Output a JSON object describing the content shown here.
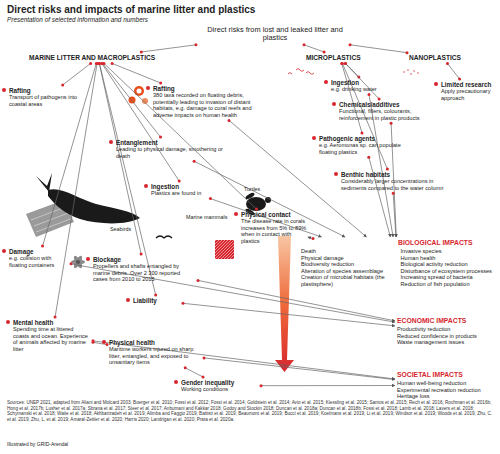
{
  "diagram": {
    "title": "Direct risks and impacts of marine litter and plastics",
    "caption": "Sources: UNEP 2021, adapted from Aliani and Molcard 2003; Boerger et al. 2010; Fossi et al. 2012; Fossi et al. 2014; Goldstein et al. 2014; Avio et al. 2015; Kiessling et al. 2015; Santos et al. 2015; Rech et al. 2016; Rochman et al. 2016b; Hong et al. 2017b; Lusher et al. 2017a; Sbrana et al. 2017; Steer et al. 2017; Anbumani and Kakkar 2018; Godoy and Stockin 2018; Duncan et al. 2018a; Duncan et al. 2018b; Fossi et al. 2018; Lamb et al. 2018; Lavers et al. 2018; Schymanski et al. 2018; Waite et al. 2018; Akhbarizadeh et al. 2019; Alimba and Faggio 2019; Battisti et al. 2019; Beaumont et al. 2019; Bucci et al. 2019; Koelmans et al. 2019; Li et al. 2019; Windsor et al. 2019; Woods et al. 2019; Zhu, C. et al. 2019; Zhu, L. et al. 2019; Amaral-Zettler et al. 2020; Harris 2020; Landrigan et al. 2020; Prata et al. 2020a.",
    "nodes": [
      {
        "text": [
          "Direct risks from lost and leaked litter and plastics"
        ]
      },
      {
        "text": [
          "MARINE LITTER AND MACROPLASTICS"
        ]
      },
      {
        "text": [
          "MICROPLASTICS"
        ]
      },
      {
        "text": [
          "NANOPLASTICS"
        ]
      },
      {
        "text": [
          "Rafting",
          "Transport of pathogens into coastal areas"
        ]
      },
      {
        "text": [
          "Rafting",
          "380 taxa recorded on floating debris, potentially leading to invasion of distant habitats, e.g. damage to coral reefs and adverse impacts on human health"
        ]
      },
      {
        "text": [
          "Entanglement",
          "Leading to physical damage, smothering or death"
        ]
      },
      {
        "text": [
          "Ingestion",
          "Plastics are found in"
        ]
      },
      {
        "text": [
          "Physical contact",
          "The disease rate in corals increases from 5% to 89% when in contact with plastics"
        ]
      },
      {
        "text": [
          "Damage",
          "e.g. collision with floating containers"
        ]
      },
      {
        "text": [
          "Blockage",
          "Propellers and shafts entangled by marine debris. Over 2 300 reported cases from 2010 to 2015"
        ]
      },
      {
        "text": [
          "Liability"
        ]
      },
      {
        "text": [
          "Mental health",
          "Spending time at littered coasts and ocean. Experience of animals affected by marine litter"
        ]
      },
      {
        "text": [
          "Physical health",
          "Maritime workers injured on sharp litter, entangled, and exposed to unsanitary items"
        ]
      },
      {
        "text": [
          "Gender inequality",
          "Working conditions"
        ]
      },
      {
        "text": [
          "Ingestion",
          "e.g. drinking water"
        ]
      },
      {
        "text": [
          "Chemicals/additives",
          "Functional, fillers, colourants, reinforcement in plastic products"
        ]
      },
      {
        "text": [
          "Pathogenic agents",
          "e.g. Aeromonas sp. can populate floating plastics"
        ]
      },
      {
        "text": [
          "Benthic habitats",
          "Considerably larger concentrations in sediments compared to the water column"
        ]
      },
      {
        "text": [
          "Limited research",
          "Apply precautionary approach"
        ]
      },
      {
        "text": [
          "BIOLOGICAL IMPACTS",
          "Death",
          "Physical damage",
          "Biodiversity reduction",
          "Alteration of species assemblage",
          "Creation of microbial habitats (the plastisphere)",
          "Invasive species",
          "Human health",
          "Biological activity reduction",
          "Disturbance of ecosystem processes",
          "Increasing spread of bacteria",
          "Reduction of fish population"
        ]
      },
      {
        "text": [
          "ECONOMIC IMPACTS",
          "Productivity reduction",
          "Reduced confidence in products",
          "Waste management issues"
        ]
      },
      {
        "text": [
          "SOCIETAL IMPACTS",
          "Human well-being reduction",
          "Experimental recreation reduction",
          "Heritage loss"
        ]
      }
    ],
    "edges": [
      {
        "from": 0,
        "to": 1,
        "arrow": "none"
      },
      {
        "from": 0,
        "to": 2,
        "arrow": "none"
      },
      {
        "from": 0,
        "to": 3,
        "arrow": "none"
      },
      {
        "from": 1,
        "to": 4,
        "arrow": "none"
      },
      {
        "from": 1,
        "to": 5,
        "arrow": "none"
      },
      {
        "from": 1,
        "to": 6,
        "arrow": "none"
      },
      {
        "from": 1,
        "to": 7,
        "arrow": "none"
      },
      {
        "from": 1,
        "to": 8,
        "arrow": "none"
      },
      {
        "from": 1,
        "to": 9,
        "arrow": "none"
      },
      {
        "from": 1,
        "to": 10,
        "arrow": "none"
      },
      {
        "from": 1,
        "to": 11,
        "arrow": "none"
      },
      {
        "from": 1,
        "to": 12,
        "arrow": "none"
      },
      {
        "from": 12,
        "to": 13,
        "arrow": "none"
      },
      {
        "from": 13,
        "to": 14,
        "arrow": "none"
      },
      {
        "from": 2,
        "to": 15,
        "arrow": "none"
      },
      {
        "from": 2,
        "to": 16,
        "arrow": "none"
      },
      {
        "from": 2,
        "to": 17,
        "arrow": "none"
      },
      {
        "from": 2,
        "to": 18,
        "arrow": "none"
      },
      {
        "from": 3,
        "to": 19,
        "arrow": "none"
      },
      {
        "from": 5,
        "to": 20,
        "arrow": "to"
      },
      {
        "from": 6,
        "to": 20,
        "arrow": "to"
      },
      {
        "from": 7,
        "to": 20,
        "arrow": "to"
      },
      {
        "from": 8,
        "to": 20,
        "arrow": "to"
      },
      {
        "from": 15,
        "to": 20,
        "arrow": "to"
      },
      {
        "from": 16,
        "to": 20,
        "arrow": "to"
      },
      {
        "from": 17,
        "to": 20,
        "arrow": "to"
      },
      {
        "from": 18,
        "to": 20,
        "arrow": "to"
      },
      {
        "from": 9,
        "to": 21,
        "arrow": "to"
      },
      {
        "from": 10,
        "to": 21,
        "arrow": "to"
      },
      {
        "from": 11,
        "to": 21,
        "arrow": "to"
      },
      {
        "from": 12,
        "to": 22,
        "arrow": "to"
      },
      {
        "from": 13,
        "to": 22,
        "arrow": "to"
      },
      {
        "from": 14,
        "to": 22,
        "arrow": "to"
      }
    ],
    "labels": [
      "Presentation of selected information and numbers",
      "Turtles",
      "Marine mammals",
      "Seabirds",
      "Illustrated by GRID-Arendal"
    ]
  }
}
